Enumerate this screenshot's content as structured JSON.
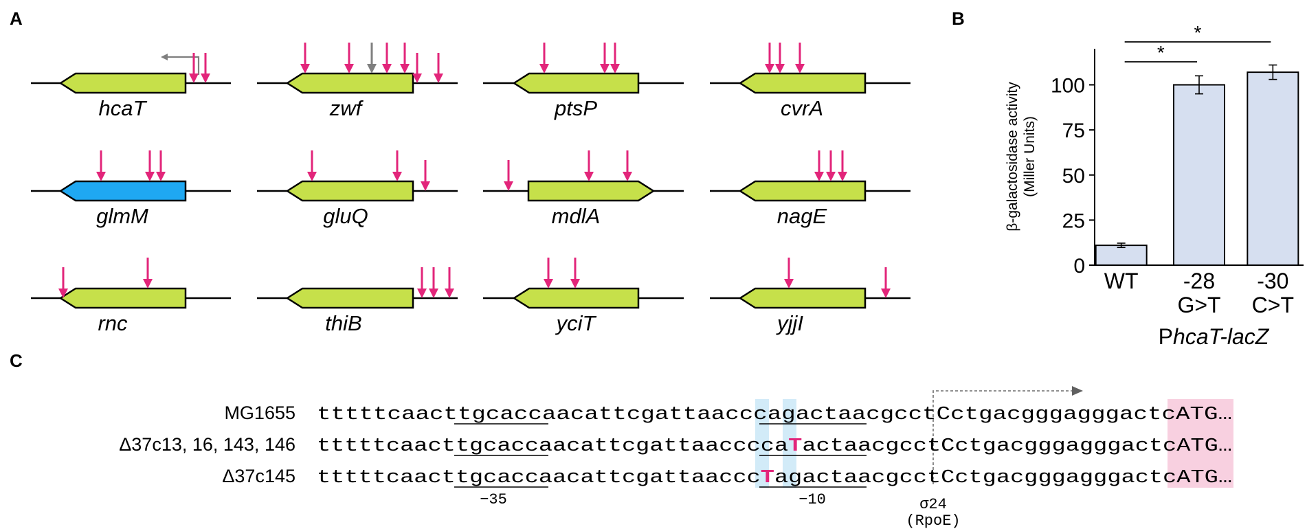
{
  "panel_labels": {
    "a": "A",
    "b": "B",
    "c": "C"
  },
  "colors": {
    "gene_fill": "#c6e04a",
    "glmM_fill": "#1fa8f2",
    "arrow_main": "#e2257a",
    "arrow_gray": "#7f7f7f",
    "bar_fill": "#d6dff0",
    "highlight_blue": "#d2ebf8",
    "highlight_pink": "#f8d0e0",
    "mutation_text": "#e2257a"
  },
  "panel_a": {
    "genes": [
      {
        "name": "hcaT",
        "strand": "reverse",
        "extra": "gray-tss-arrow"
      },
      {
        "name": "zwf",
        "strand": "reverse",
        "extra": "one-gray-arrow"
      },
      {
        "name": "ptsP",
        "strand": "reverse"
      },
      {
        "name": "cvrA",
        "strand": "reverse"
      },
      {
        "name": "glmM",
        "strand": "reverse",
        "highlight": "blue"
      },
      {
        "name": "gluQ",
        "strand": "reverse"
      },
      {
        "name": "mdlA",
        "strand": "forward"
      },
      {
        "name": "nagE",
        "strand": "reverse"
      },
      {
        "name": "rnc",
        "strand": "reverse"
      },
      {
        "name": "thiB",
        "strand": "reverse"
      },
      {
        "name": "yciT",
        "strand": "reverse"
      },
      {
        "name": "yjjI",
        "strand": "reverse"
      }
    ]
  },
  "chart_data": {
    "type": "bar",
    "categories": [
      "WT",
      "-28\nG>T",
      "-30\nC>T"
    ],
    "category_lines": [
      [
        "WT"
      ],
      [
        "-28",
        "G>T"
      ],
      [
        "-30",
        "C>T"
      ]
    ],
    "values": [
      11,
      100,
      107
    ],
    "errors": [
      1.2,
      5,
      4
    ],
    "ylim": [
      0,
      120
    ],
    "yticks": [
      0,
      25,
      50,
      75,
      100
    ],
    "ylabel_lines": [
      "β-galactosidase activity",
      "(Miller Units)"
    ],
    "xlabel_prefix": "P",
    "xlabel_italic": "hcaT-lacZ",
    "significance": [
      {
        "from": 0,
        "to": 1,
        "label": "*"
      },
      {
        "from": 0,
        "to": 2,
        "label": "*"
      }
    ]
  },
  "panel_c": {
    "rows": [
      {
        "strain": "MG1655",
        "seq": "tttttcaacttgcaccaacattcgattaacccagactaacgcctCctgacgggagggactcATG…"
      },
      {
        "strain": "Δ37c13, 16, 143, 146",
        "seq": "tttttcaacttgcaccaacattcgattaaccccaTactaacgcctCctgacgggagggactcATG…",
        "mut_index": 34
      },
      {
        "strain": "Δ37c145",
        "seq": "tttttcaacttgcaccaacattcgattaacccTagactaacgcctCctgacgggagggactcATG…",
        "mut_index": 32
      }
    ],
    "labels": {
      "minus35": "−35",
      "minus10": "−10",
      "sigma": "σ24",
      "rpoe": "(RpoE)"
    }
  }
}
